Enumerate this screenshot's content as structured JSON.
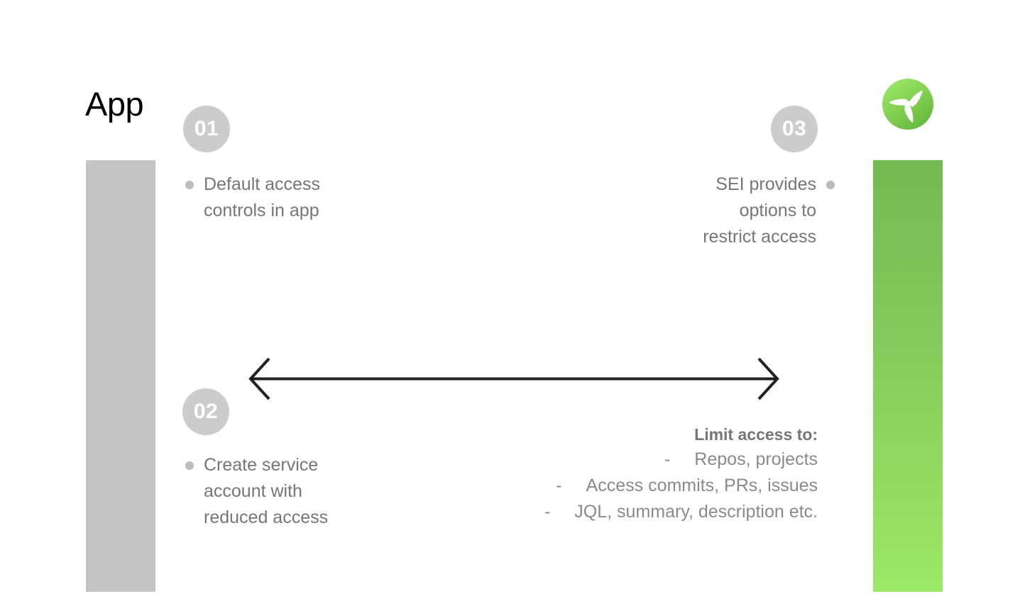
{
  "slide": {
    "title": "App",
    "background_color": "#ffffff"
  },
  "logo": {
    "icon": "propeller-logo-icon",
    "circle_color_top": "#9ce867",
    "circle_color_bottom": "#64b93f",
    "blade_color": "#ffffff"
  },
  "bars": {
    "left": {
      "name": "app-column-bar",
      "color": "#c4c4c4"
    },
    "right": {
      "name": "sei-column-bar",
      "gradient_top": "#73ba52",
      "gradient_bottom": "#9ce867"
    }
  },
  "steps": [
    {
      "number": "01",
      "badge_color": "#cccccc",
      "badge_text_color": "#ffffff",
      "bullet_color": "#bcbcbc",
      "text": "Default access\ncontrols in app",
      "align": "left"
    },
    {
      "number": "02",
      "badge_color": "#cccccc",
      "badge_text_color": "#ffffff",
      "bullet_color": "#bcbcbc",
      "text": "Create service\naccount with\nreduced access",
      "align": "left"
    },
    {
      "number": "03",
      "badge_color": "#cccccc",
      "badge_text_color": "#ffffff",
      "bullet_color": "#bcbcbc",
      "text": "SEI provides\noptions to\nrestrict access",
      "align": "right"
    }
  ],
  "arrow": {
    "name": "double-headed-arrow-icon",
    "color": "#212121",
    "direction": "bidirectional"
  },
  "limit_access": {
    "heading": "Limit access to:",
    "dash": "-",
    "items": [
      "Repos, projects",
      "Access commits, PRs, issues",
      "JQL, summary, description etc."
    ],
    "text_color": "#767676"
  }
}
